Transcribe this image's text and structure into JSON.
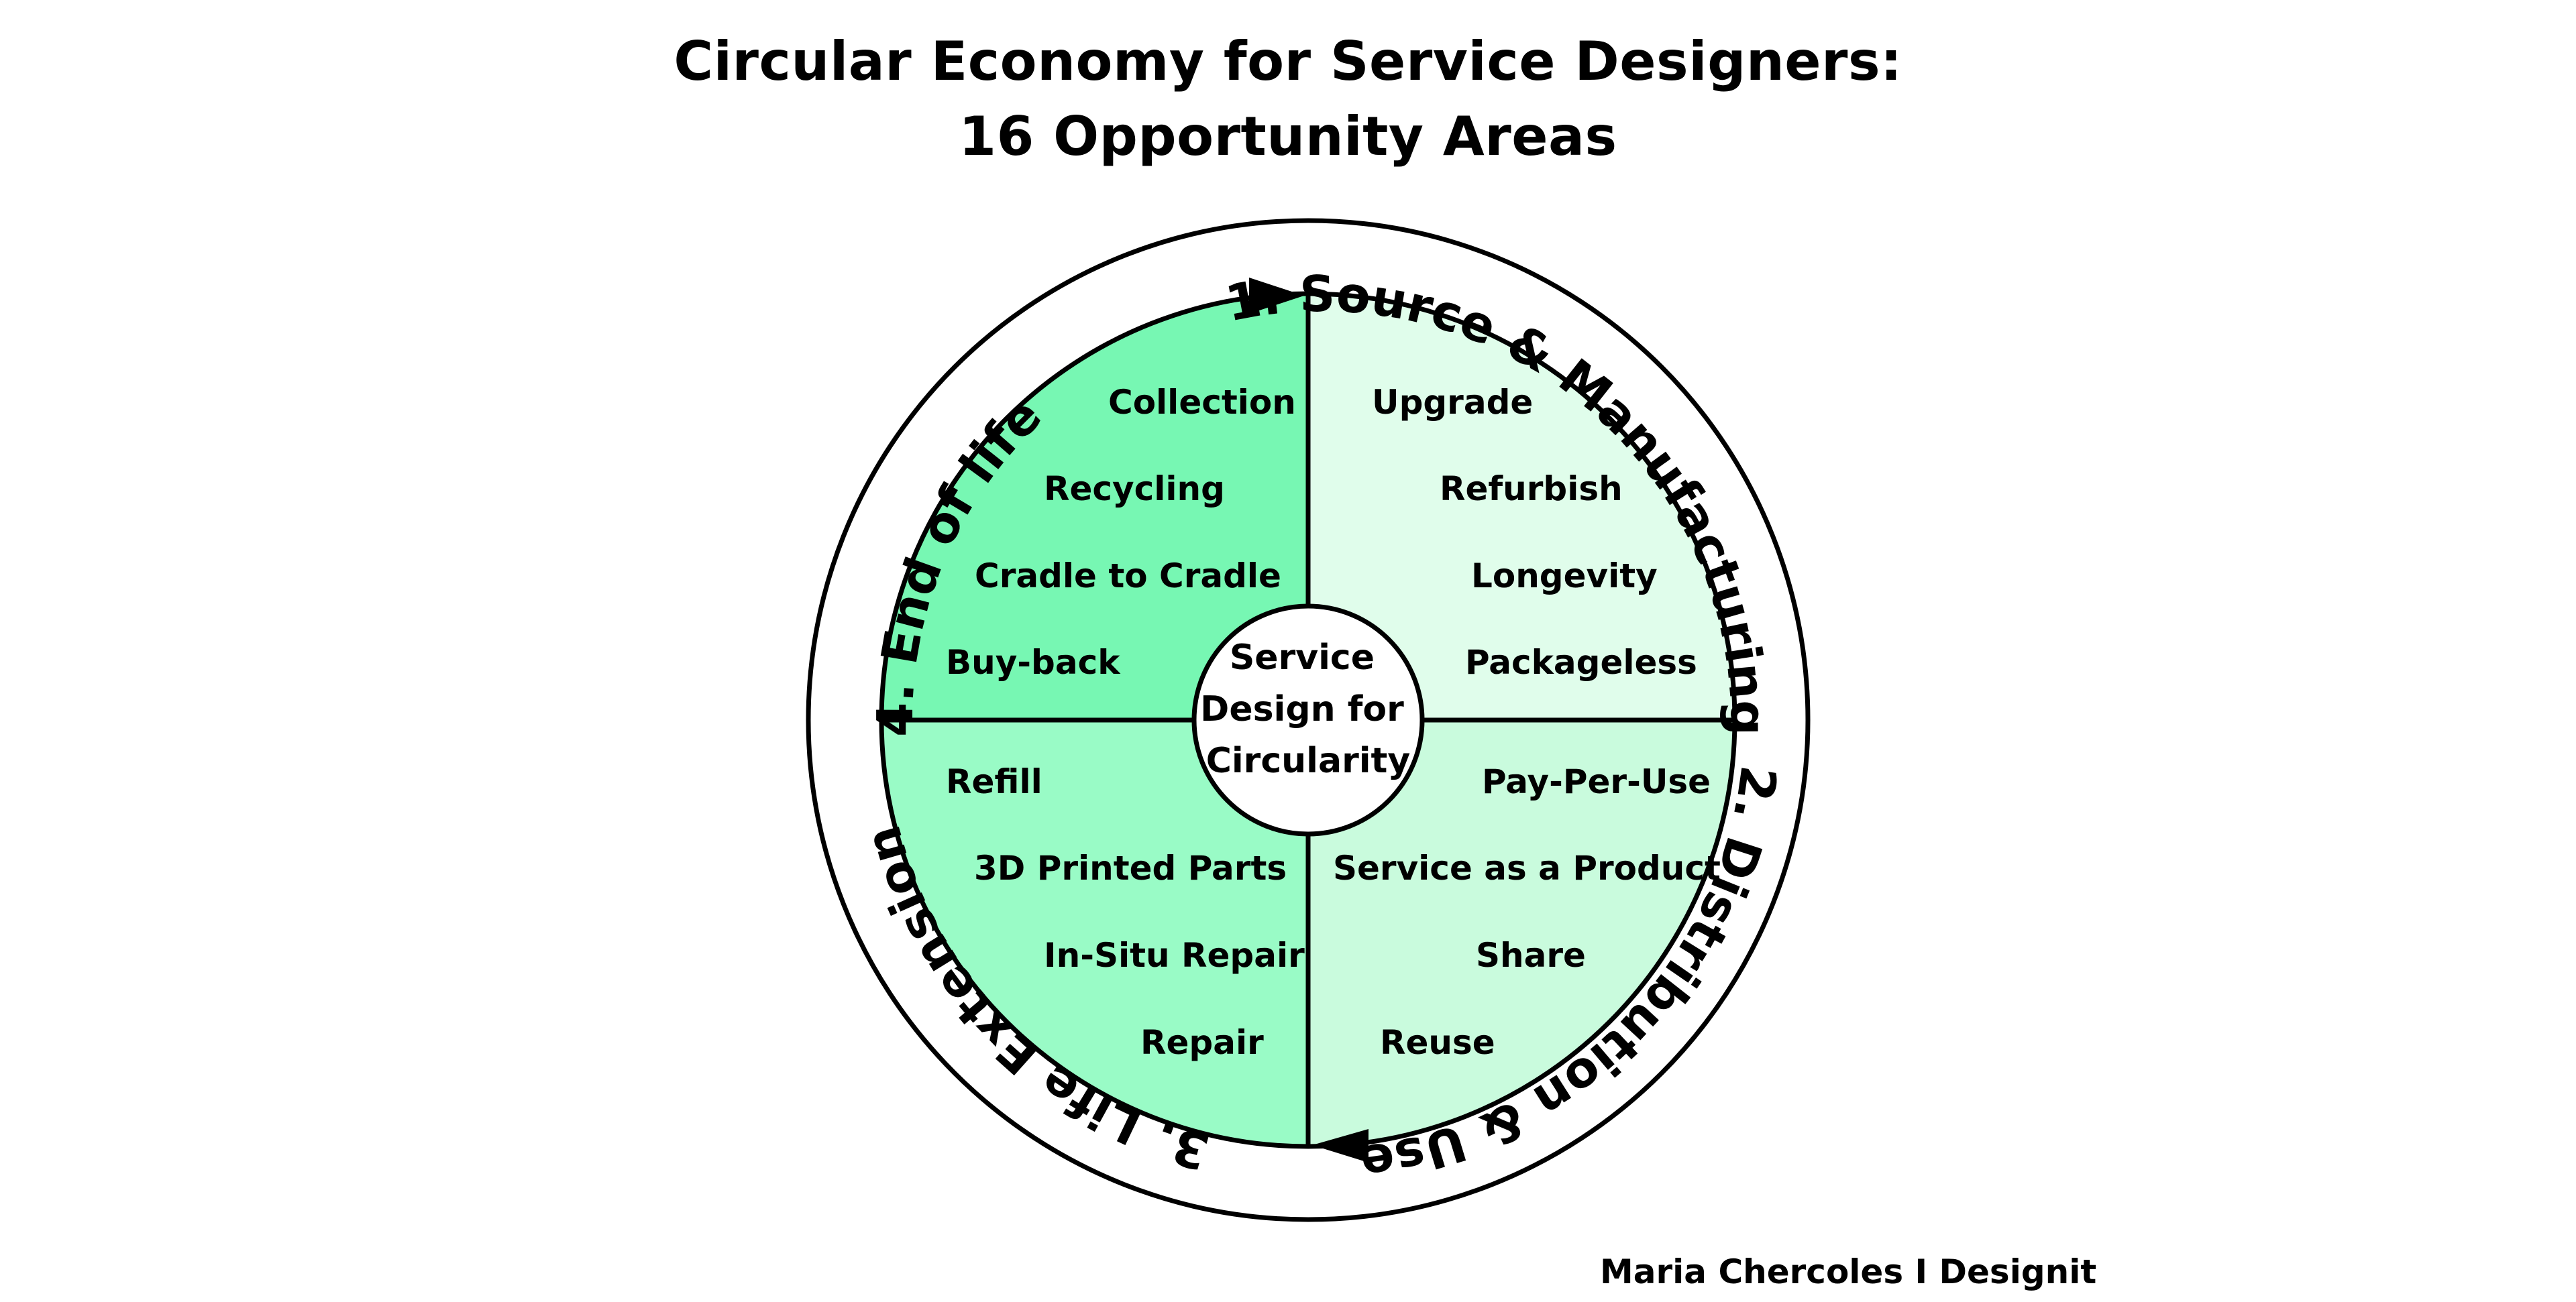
{
  "title": {
    "line1": "Circular Economy for Service Designers:",
    "line2": "16 Opportunity Areas"
  },
  "center": {
    "line1": "Service",
    "line2": "Design for",
    "line3": "Circularity"
  },
  "stages": [
    {
      "label": "1. Source & Manufacturing",
      "quadrant": "top-right"
    },
    {
      "label": "2. Distribution & Use",
      "quadrant": "bottom-right"
    },
    {
      "label": "3. Life Extension",
      "quadrant": "bottom-left"
    },
    {
      "label": "4. End of life",
      "quadrant": "top-left"
    }
  ],
  "quadrants": {
    "source_manufacturing": {
      "color": "#e0fdeb",
      "items": [
        "Upgrade",
        "Refurbish",
        "Longevity",
        "Packageless"
      ]
    },
    "distribution_use": {
      "color": "#c9fbdd",
      "items": [
        "Pay-Per-Use",
        "Service as a Product",
        "Share",
        "Reuse"
      ]
    },
    "life_extension": {
      "color": "#99fbc6",
      "items": [
        "Refill",
        "3D Printed Parts",
        "In-Situ Repair",
        "Repair"
      ]
    },
    "end_of_life": {
      "color": "#77f7b3",
      "items": [
        "Collection",
        "Recycling",
        "Cradle to Cradle",
        "Buy-back"
      ]
    }
  },
  "credit": "Maria Chercoles I Designit"
}
